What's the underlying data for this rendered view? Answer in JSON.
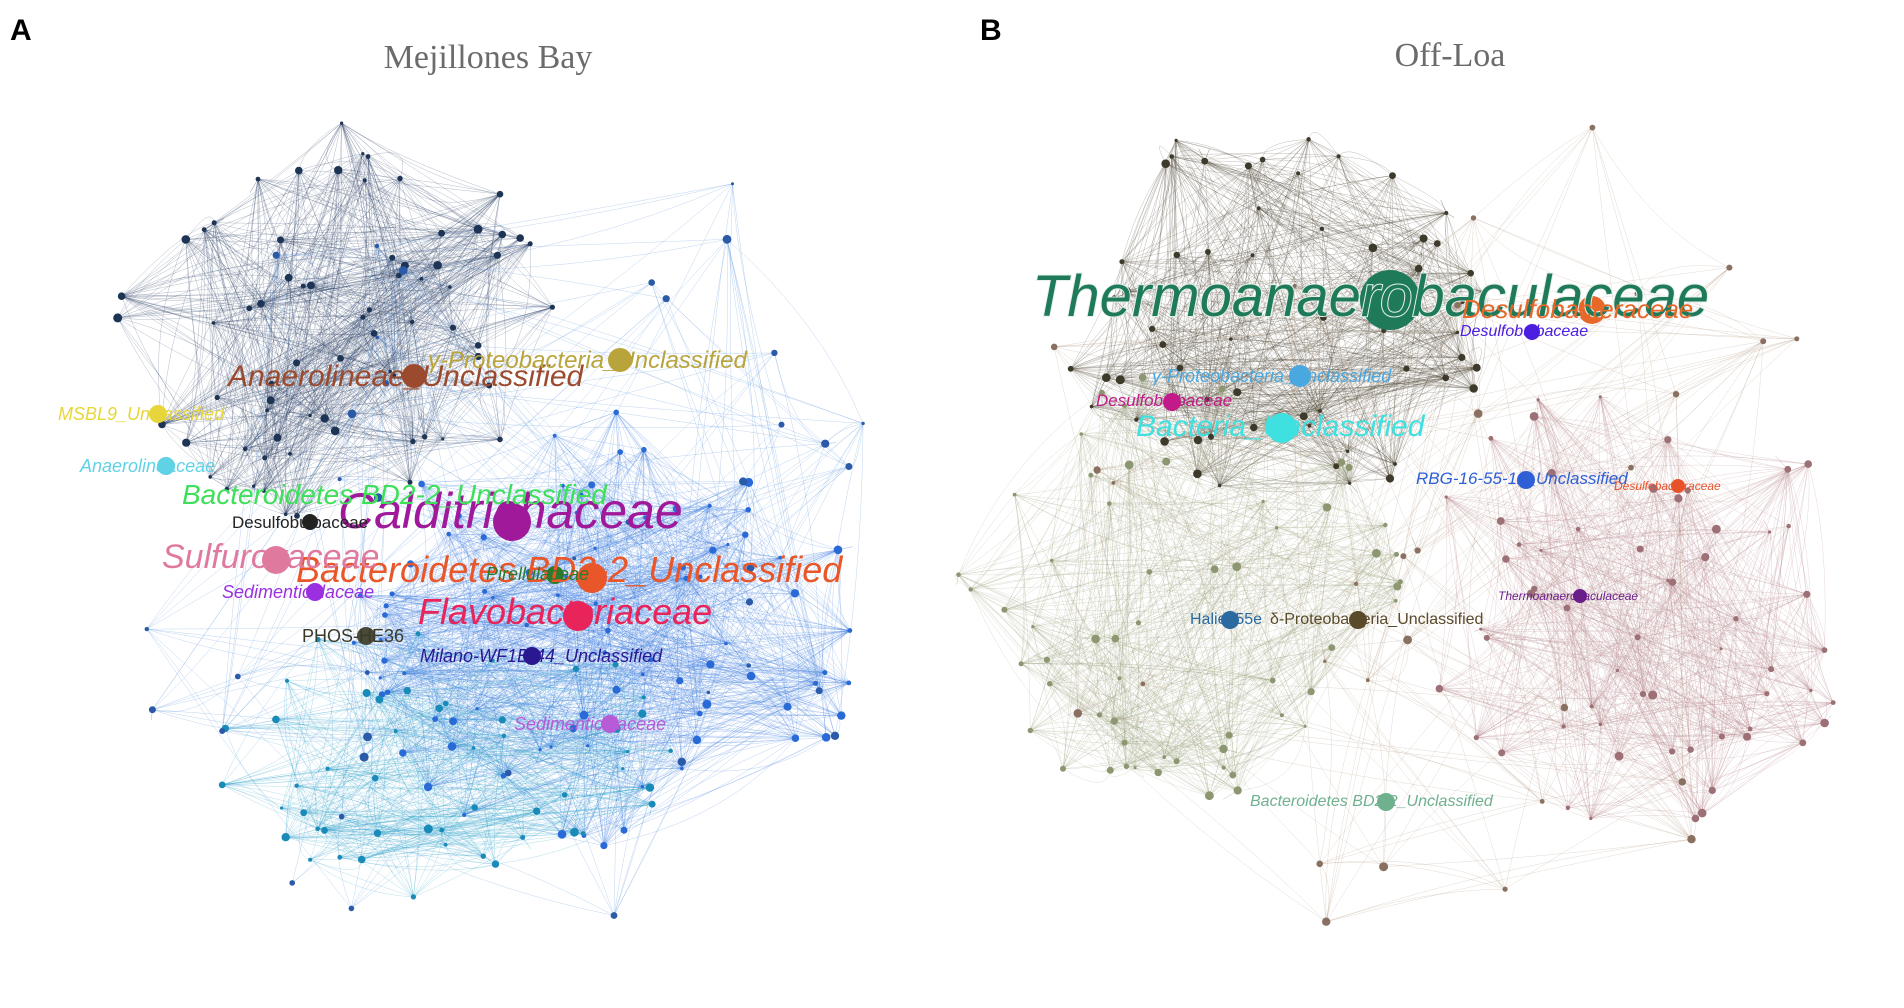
{
  "panels": [
    {
      "letter": "A",
      "title": "Mejillones Bay",
      "labels": [
        {
          "text": "Calditrichaceae",
          "color": "#a0199b"
        },
        {
          "text": "Bacteroidetes BD2-2_Unclassified",
          "color": "#e8562a"
        },
        {
          "text": "Flavobacteriaceae",
          "color": "#e8245a"
        },
        {
          "text": "Sulfurovaceae",
          "color": "#e0799e"
        },
        {
          "text": "Anaerolineae_Unclassified",
          "color": "#9c4a2e"
        },
        {
          "text": "γ-Proteobacteria_Unclassified",
          "color": "#b9a43c"
        },
        {
          "text": "Bacteroidetes BD2-2_Unclassified",
          "color": "#3ee05a"
        },
        {
          "text": "MSBL9_Unclassified",
          "color": "#e6d63a"
        },
        {
          "text": "Anaerolineaceae",
          "color": "#5fd2e6"
        },
        {
          "text": "Desulfobulbaceae",
          "color": "#222222"
        },
        {
          "text": "Pirellulaceae",
          "color": "#2c7a2c"
        },
        {
          "text": "Sedimenticolaceae",
          "color": "#9b30e0"
        },
        {
          "text": "PHOS-HE36",
          "color": "#3a3a2a"
        },
        {
          "text": "Milano-WF1B-44_Unclassified",
          "color": "#2a1890"
        },
        {
          "text": "Sedimenticolaceae",
          "color": "#b75cd6"
        }
      ]
    },
    {
      "letter": "B",
      "title": "Off-Loa",
      "labels": [
        {
          "text": "Thermoanaerobaculaceae",
          "color": "#1f7a5a"
        },
        {
          "text": "Desulfobacteraceae",
          "color": "#e8682a"
        },
        {
          "text": "Desulfobulbaceae",
          "color": "#4b1ee0"
        },
        {
          "text": "γ-Proteobacteria_Unclassified",
          "color": "#4aa8e0"
        },
        {
          "text": "Desulfobulbaceae",
          "color": "#c21a88"
        },
        {
          "text": "Bacteria_Unclassified",
          "color": "#3ee0e0"
        },
        {
          "text": "RBG-16-55-12_Unclassified",
          "color": "#2e5fd6"
        },
        {
          "text": "Desulfobacteraceae",
          "color": "#e8522a"
        },
        {
          "text": "Thermoanaerobaculaceae",
          "color": "#6a1e8a"
        },
        {
          "text": "Haliea55e",
          "color": "#2a6aa0"
        },
        {
          "text": "δ-Proteobacteria_Unclassified",
          "color": "#5a4a2a"
        },
        {
          "text": "Bacteroidetes BD2-2_Unclassified",
          "color": "#6fb08f"
        }
      ]
    }
  ]
}
